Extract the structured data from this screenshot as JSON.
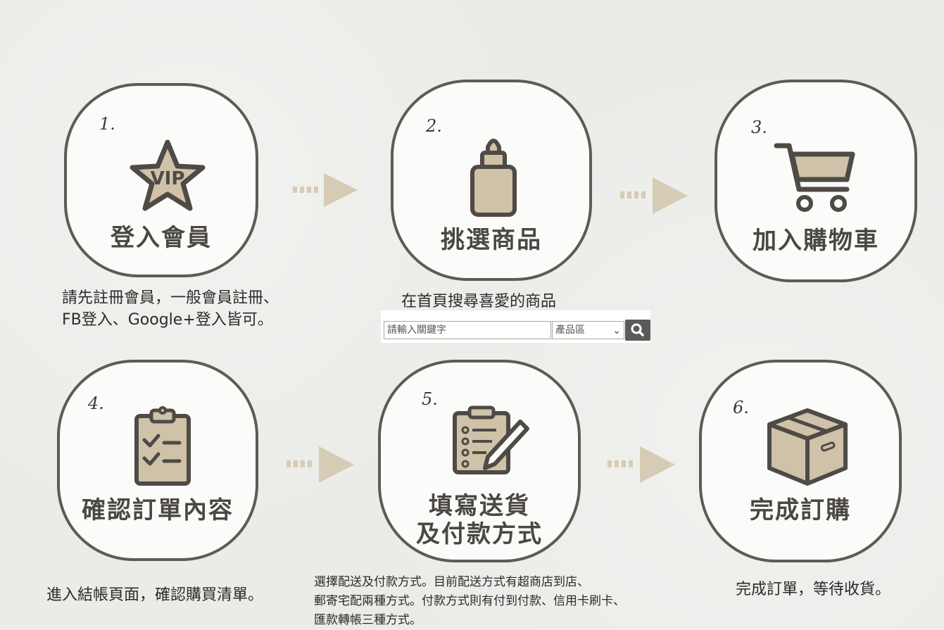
{
  "steps": [
    {
      "num": "1.",
      "title": "登入會員",
      "icon": "vip-star-icon"
    },
    {
      "num": "2.",
      "title": "挑選商品",
      "icon": "bottle-icon"
    },
    {
      "num": "3.",
      "title": "加入購物車",
      "icon": "cart-icon"
    },
    {
      "num": "4.",
      "title": "確認訂單內容",
      "icon": "clipboard-check-icon"
    },
    {
      "num": "5.",
      "title_line1": "填寫送貨",
      "title_line2": "及付款方式",
      "icon": "clipboard-pen-icon"
    },
    {
      "num": "6.",
      "title": "完成訂購",
      "icon": "box-icon"
    }
  ],
  "vip_text": "VIP",
  "descriptions": {
    "step1": "請先註冊會員，一般會員註冊、\nFB登入、Google+登入皆可。",
    "step2": "在首頁搜尋喜愛的商品",
    "step4": "進入結帳頁面，確認購買清單。",
    "step5": "選擇配送及付款方式。目前配送方式有超商店到店、\n郵寄宅配兩種方式。付款方式則有付到付款、信用卡刷卡、\n匯款轉帳三種方式。",
    "step6": "完成訂單，等待收貨。"
  },
  "search": {
    "placeholder": "請輸入關鍵字",
    "category_selected": "產品區"
  },
  "colors": {
    "icon_fill": "#cfc2a8",
    "icon_stroke": "#4e4a46",
    "arrow": "#d6ccb5",
    "circle_border": "#5e5b57"
  }
}
